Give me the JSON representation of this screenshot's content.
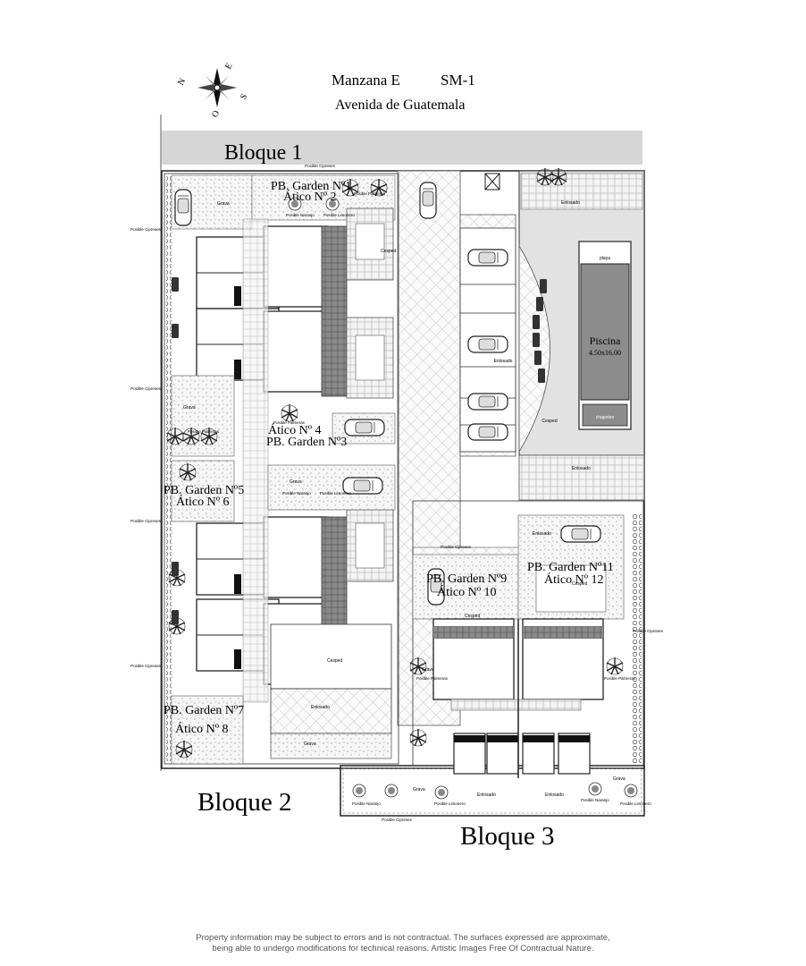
{
  "header": {
    "title_block": "Manzana E",
    "title_sm": "SM-1",
    "street": "Avenida de Guatemala"
  },
  "compass": {
    "n": "N",
    "e": "E",
    "s": "S",
    "o": "O"
  },
  "blocks": {
    "b1": "Bloque 1",
    "b2": "Bloque 2",
    "b3": "Bloque 3"
  },
  "units": {
    "u1": "PB. Garden Nº1",
    "u2": "Ático Nº 2",
    "u4": "Ático Nº 4",
    "u3": "PB. Garden Nº3",
    "u5": "PB. Garden Nº5",
    "u6": "Ático Nº 6",
    "u7": "PB. Garden Nº7",
    "u8": "Ático Nº 8",
    "u9": "PB. Garden Nº9",
    "u10": "Ático Nº 10",
    "u11": "PB. Garden Nº11",
    "u12": "Ático Nº 12"
  },
  "pool": {
    "label": "Piscina",
    "dims": "4.50x16.00",
    "playa": "playa",
    "chapoteo": "chapoteo",
    "cesped": "Cesped",
    "enlosado": "Enlosado"
  },
  "labels": {
    "posible_cipreses": "Posible Cipreses",
    "grava": "Grava",
    "enlosado": "Enlosado",
    "cesped": "Cesped",
    "posible_naranjo": "Posible Naranjo",
    "posible_limonero": "Posible Limonero",
    "posible_palmeras": "Posible Palmeras"
  },
  "footer": {
    "line1": "Property information may be subject to errors and is not contractual. The surfaces expressed are approximate,",
    "line2": "being able to undergo modifications for technical reasons. Artistic Images Free Of Contractual Nature."
  }
}
